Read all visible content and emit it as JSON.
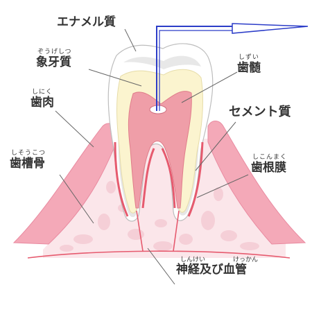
{
  "labels": {
    "enamel": {
      "text": "エナメル質"
    },
    "dentin": {
      "ruby": "ぞうげしつ",
      "text": "象牙質"
    },
    "pulp": {
      "ruby": "しずい",
      "text": "歯髄"
    },
    "gum": {
      "ruby": "しにく",
      "text": "歯肉"
    },
    "cementum": {
      "text": "セメント質"
    },
    "alveolar": {
      "ruby": "しそうこつ",
      "text": "歯槽骨"
    },
    "ligament": {
      "ruby": "しこんまく",
      "text": "歯根膜"
    },
    "nerves": {
      "ruby_left": "しんけい",
      "ruby_right": "けっかん",
      "text": "神経及び血管"
    }
  },
  "colors": {
    "gum": "#f4a9b8",
    "gum_dark": "#e98aa0",
    "bone": "#fbe6ea",
    "bone_spot": "#f5cdd5",
    "enamel": "#ffffff",
    "dentin": "#fbf4cf",
    "pulp": "#ef9ea8",
    "cementum": "#e6e6e6",
    "ligament": "#e65a6e",
    "probe": "#2b3cc8",
    "leader": "#666666"
  }
}
